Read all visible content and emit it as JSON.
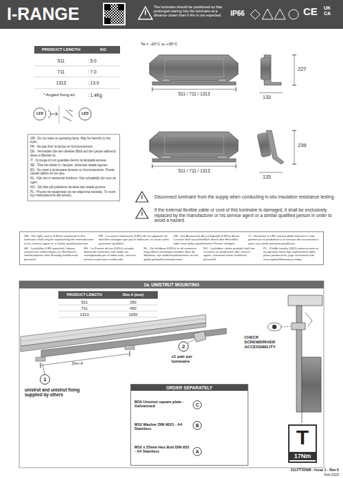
{
  "diagram": {
    "title": "I-RANGE",
    "nodes": [
      {
        "text": [
          "I-RANGE",
          "The luminaire should be positioned so that prolonged staring into the luminaire at a distance closer than 0.4m is not expected.",
          "IP66",
          "CE",
          "UK CA"
        ]
      },
      {
        "text": [
          "GB - Do not stare at operating lamp. May be harmful to the eyes.",
          "FR - Ne pas fixer la lampe en fonctionnement.",
          "DE - Vermeiden Sie den direkten Blick auf die Lampe während diese in Betrieb ist.",
          "IT - Si prega di non guardare dentro la lampada accesa.",
          "SE - Titta inte direkt in i lampan, detta kan skada ögonen.",
          "ES - No mirar a la lampara durante su funcionamiento. Puede causar daños en los ojos.",
          "NL - Kijk niet in werkende lichtbron. Kan schadelijk zijn voor de ogen.",
          "NO - Stir ikke på lyskildene da dette kan skade øynene.",
          "PL - Proszę nie wpatrywać się we włączoną żarówkę. To może być niebezpieczne dla wzroku."
        ]
      },
      {
        "text": [
          "GB - The light source (LEDs) contained in this luminaire shall only be replaced by the manufacturer or his service agent or a similar qualified person.",
          "FR - La source lumineuse (LED) de cet appareil, ne doit être changée que par le fabricant, ou toute autre personne qualifiée.",
          "DE - Der Austausch der Lichtquelle (LEDs) dieser Leuchte darf ausschließlich durch den Hersteller- oder einer dafür qualifizierten Person erfolgen.",
          "IT - Sostituire la LED interna della luminare e solo permesso al produttore o al servizio dei assistenza o pure una simile persona qualificata.",
          "SE - Ljuskällan (LED panelen) i denna armatur får endast bytas av tillverkaren, återförsäljaren eller likvärdig kvalificerad personal.",
          "ES - La Fuente de luz (LEDs) situada dentro de luminaria solo debe ser reemplazada por el fabricante, servicio tecnico o persona cualificada.",
          "NL - De lichtbron (LEDs) in dit armatuur mag alleen vervangen worden door de fabrikant, zijn onderhoudsmonteur of een gelijk gekwalificeerd persoon.",
          "NO - Lyskilden i dette produkt skal kun erstattes av produsent eller service agent, eventuelt annet kvalifisert personell.",
          "PL - Źródło światła (LED) umieszczone w tej oprawie może być wymienione tylko przez producenta, jego serwisanta lub inną wykwalifikowaną osobę."
        ]
      },
      {
        "text": [
          "1a. UNISTRUT MOUNTING"
        ]
      },
      {
        "text": [
          "1"
        ]
      },
      {
        "text": [
          "2"
        ]
      },
      {
        "text": [
          "ORDER SEPARATELY",
          "M10 Unistrut square plate - Galvanised",
          "M10 Washer DIN 9021 - A4 Stainless",
          "M10 x 25mm Hex Bolt DIN 933 - A4 Stainless"
        ]
      },
      {
        "text": [
          "C"
        ],
        "in": 6
      },
      {
        "text": [
          "B"
        ],
        "in": 6
      },
      {
        "text": [
          "A"
        ],
        "in": 6
      },
      {
        "text": [
          "T",
          "17Nm"
        ]
      }
    ],
    "labels": [
      "PRODUCT LENGTH",
      "KG",
      "511",
      ": 5.0",
      "711",
      ": 7.0",
      "1313",
      ": 13.0",
      "* Angled fixing kit",
      ": 1.4Kg",
      "Ta = -20°C to +35°C",
      "227",
      "511 / 711 / 1313",
      "133",
      "239",
      "511 / 711 / 1313",
      "133",
      "LED",
      "LED",
      "Disconnect luminaire from the supply when conducting in-situ insulation resistance testing.",
      "If the external flexible cable or cord of this luminaire is damaged, it shall be exclusively replaced by the manufacturer or his service agent or a similar qualified person in order to avoid a hazard.",
      "PRODUCT LENGTH",
      "Dim A (mm)",
      "511",
      "250",
      "711",
      "450",
      "1313",
      "1050",
      "Dim A",
      "unistrut and unistrut fixing supplied by others",
      "x1 pair per luminaire",
      "CHECK SCREWDRIVER ACCESSIBILITY",
      "21LFT72598 - Issue 1 - Rev 0",
      "Feb 2023"
    ]
  }
}
